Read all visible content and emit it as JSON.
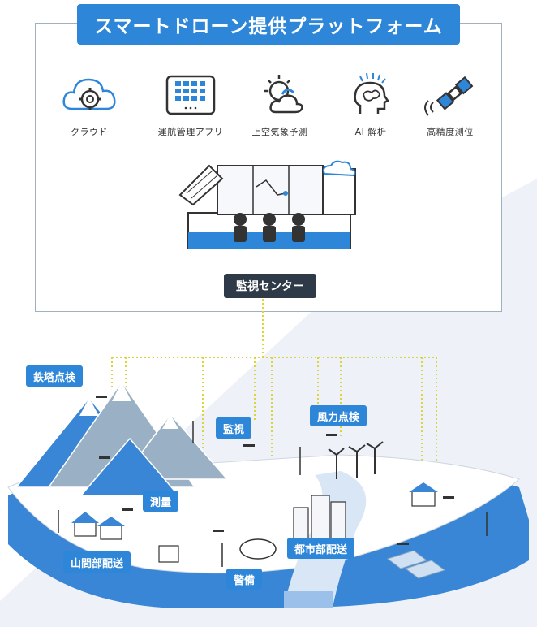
{
  "title": "スマートドローン提供プラットフォーム",
  "services": [
    {
      "label": "クラウド",
      "icon": "cloud-gear-icon"
    },
    {
      "label": "運航管理アプリ",
      "icon": "tablet-app-icon"
    },
    {
      "label": "上空気象予測",
      "icon": "sun-cloud-icon"
    },
    {
      "label": "AI 解析",
      "icon": "ai-brain-icon"
    },
    {
      "label": "高精度測位",
      "icon": "satellite-icon"
    }
  ],
  "center_label": "監視センター",
  "use_cases": {
    "tower": "鉄塔点検",
    "monitor": "監視",
    "wind": "風力点検",
    "survey": "測量",
    "city": "都市部配送",
    "mountain": "山間部配送",
    "security": "警備"
  },
  "colors": {
    "brand_blue": "#2d86d8",
    "dark_label": "#2f3a48",
    "connector_yellow": "#d9d53a",
    "ground_blue": "#3a86d6"
  }
}
